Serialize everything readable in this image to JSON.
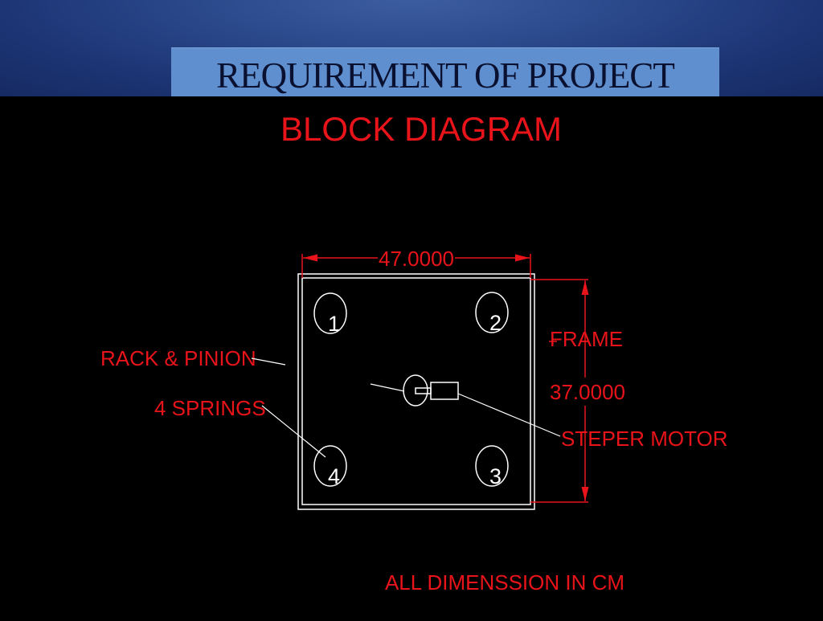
{
  "slide": {
    "title": "REQUIREMENT OF PROJECT"
  },
  "diagram": {
    "heading": "BLOCK DIAGRAM",
    "footnote": "ALL DIMENSSION IN CM",
    "width_dimension": "47.0000",
    "height_dimension": "37.0000",
    "labels": {
      "frame": "FRAME",
      "rack_pinion": "RACK & PINION",
      "springs": "4 SPRINGS",
      "motor": "STEPER MOTOR"
    },
    "spring_numbers": [
      "1",
      "2",
      "3",
      "4"
    ],
    "colors": {
      "label_red": "#e8141a",
      "line_white": "#ffffff",
      "header_blue": "#1d3575",
      "title_box": "#5f8fce"
    }
  }
}
